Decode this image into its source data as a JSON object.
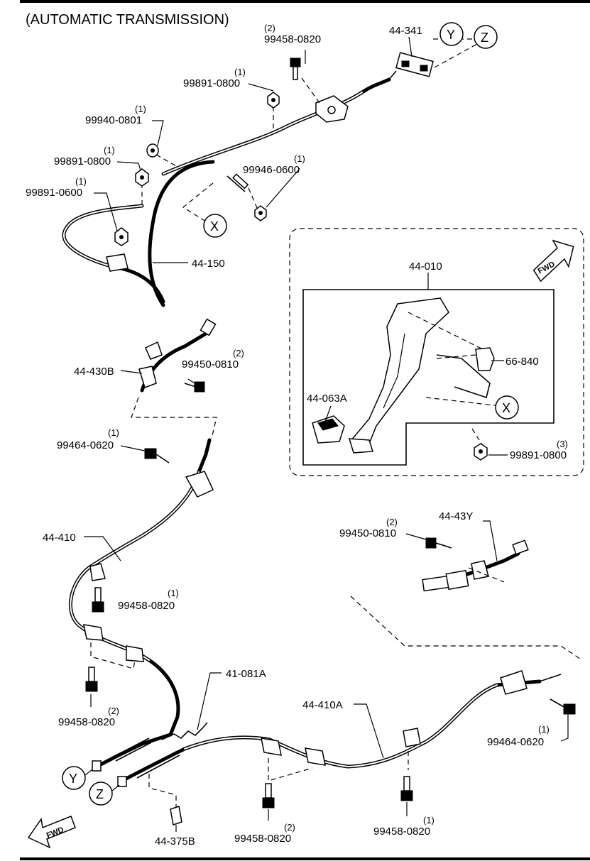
{
  "title": "(AUTOMATIC TRANSMISSION)",
  "callouts": {
    "c_99458_0820_top": {
      "num": "99458-0820",
      "qty": "(2)"
    },
    "c_44_341": {
      "num": "44-341"
    },
    "c_99891_0800_a": {
      "num": "99891-0800",
      "qty": "(1)"
    },
    "c_99940_0801": {
      "num": "99940-0801",
      "qty": "(1)"
    },
    "c_99891_0800_b": {
      "num": "99891-0800",
      "qty": "(1)"
    },
    "c_99946_0600": {
      "num": "99946-0600",
      "qty": "(1)"
    },
    "c_99891_0600": {
      "num": "99891-0600",
      "qty": "(1)"
    },
    "c_44_150": {
      "num": "44-150"
    },
    "c_44_010": {
      "num": "44-010"
    },
    "c_66_840": {
      "num": "66-840"
    },
    "c_44_063a": {
      "num": "44-063A"
    },
    "c_99891_0800_c": {
      "num": "99891-0800",
      "qty": "(3)"
    },
    "c_44_430b": {
      "num": "44-430B"
    },
    "c_99450_0810_a": {
      "num": "99450-0810",
      "qty": "(2)"
    },
    "c_99464_0620_a": {
      "num": "99464-0620",
      "qty": "(1)"
    },
    "c_44_410": {
      "num": "44-410"
    },
    "c_99458_0820_mid": {
      "num": "99458-0820",
      "qty": "(1)"
    },
    "c_99450_0810_b": {
      "num": "99450-0810",
      "qty": "(2)"
    },
    "c_44_43y": {
      "num": "44-43Y"
    },
    "c_99458_0820_left": {
      "num": "99458-0820",
      "qty": "(2)"
    },
    "c_41_081a": {
      "num": "41-081A"
    },
    "c_44_410a": {
      "num": "44-410A"
    },
    "c_99464_0620_b": {
      "num": "99464-0620",
      "qty": "(1)"
    },
    "c_44_375b": {
      "num": "44-375B"
    },
    "c_99458_0820_bot1": {
      "num": "99458-0820",
      "qty": "(2)"
    },
    "c_99458_0820_bot2": {
      "num": "99458-0820",
      "qty": "(1)"
    }
  },
  "markers": {
    "y": "Y",
    "z": "Z",
    "x": "X"
  },
  "fwd_label": "FWD",
  "icons": [
    "fwd-arrow-icon"
  ]
}
